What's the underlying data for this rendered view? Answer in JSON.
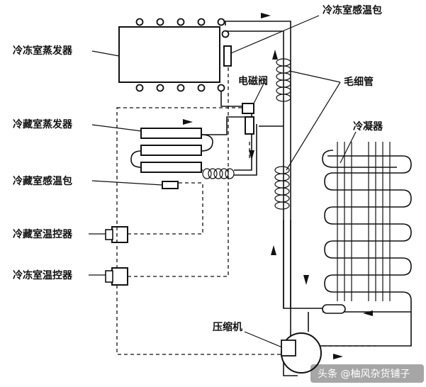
{
  "labels": {
    "freezer_evaporator": "冷冻室蒸发器",
    "freezer_temp_sensor": "冷冻室感温包",
    "solenoid_valve": "电磁阀",
    "capillary_tube": "毛细管",
    "fridge_evaporator": "冷藏室蒸发器",
    "condenser": "冷凝器",
    "fridge_temp_sensor": "冷藏室感温包",
    "fridge_thermostat": "冷藏室温控器",
    "freezer_thermostat": "冷冻室温控器",
    "compressor": "压缩机"
  },
  "watermark": "头条 @柚风杂货铺子"
}
